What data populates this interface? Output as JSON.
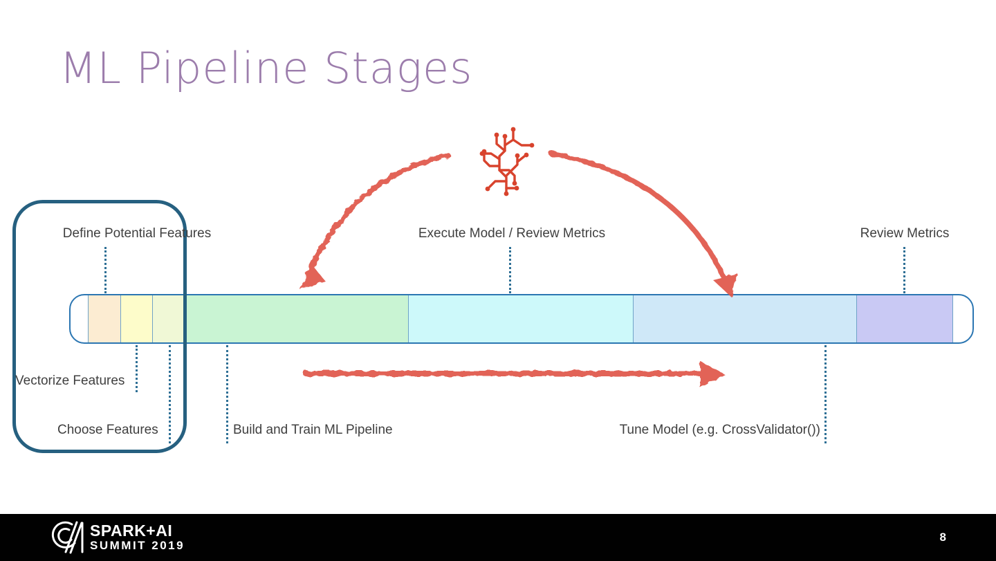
{
  "slide": {
    "title": "ML Pipeline Stages",
    "page_number": "8"
  },
  "diagram": {
    "labels_above": [
      {
        "text": "Define Potential Features"
      },
      {
        "text": "Execute Model / Review Metrics"
      },
      {
        "text": "Review Metrics"
      }
    ],
    "labels_below": [
      {
        "text": "Vectorize Features"
      },
      {
        "text": "Choose Features"
      },
      {
        "text": "Build and Train ML Pipeline"
      },
      {
        "text": "Tune Model (e.g. CrossValidator())"
      }
    ],
    "segments": [
      {
        "name": "define-potential-features",
        "color": "#fcecd2"
      },
      {
        "name": "vectorize-features",
        "color": "#fdfcca"
      },
      {
        "name": "choose-features",
        "color": "#f0f8d6"
      },
      {
        "name": "build-and-train-ml-pipeline",
        "color": "#c9f4d3"
      },
      {
        "name": "execute-model-review-metrics",
        "color": "#cdf9fa"
      },
      {
        "name": "tune-model",
        "color": "#cfe8f8"
      },
      {
        "name": "review-metrics",
        "color": "#c9c9f4"
      }
    ],
    "icons": [
      "brain-circuit-icon",
      "feedback-arc-left",
      "feedback-arc-right",
      "forward-arrow"
    ],
    "colors": {
      "arrow_red": "#e0594c",
      "icon_red": "#d8432d",
      "bar_border": "#2b76b2",
      "highlight_box_border": "#266080",
      "leader_line": "#2e6f95",
      "title_purple": "#9c7dac",
      "label_gray": "#3f3f3f"
    }
  },
  "footer": {
    "brand_line1": "SPARK+AI",
    "brand_line2": "SUMMIT 2019",
    "background": "#010101"
  }
}
